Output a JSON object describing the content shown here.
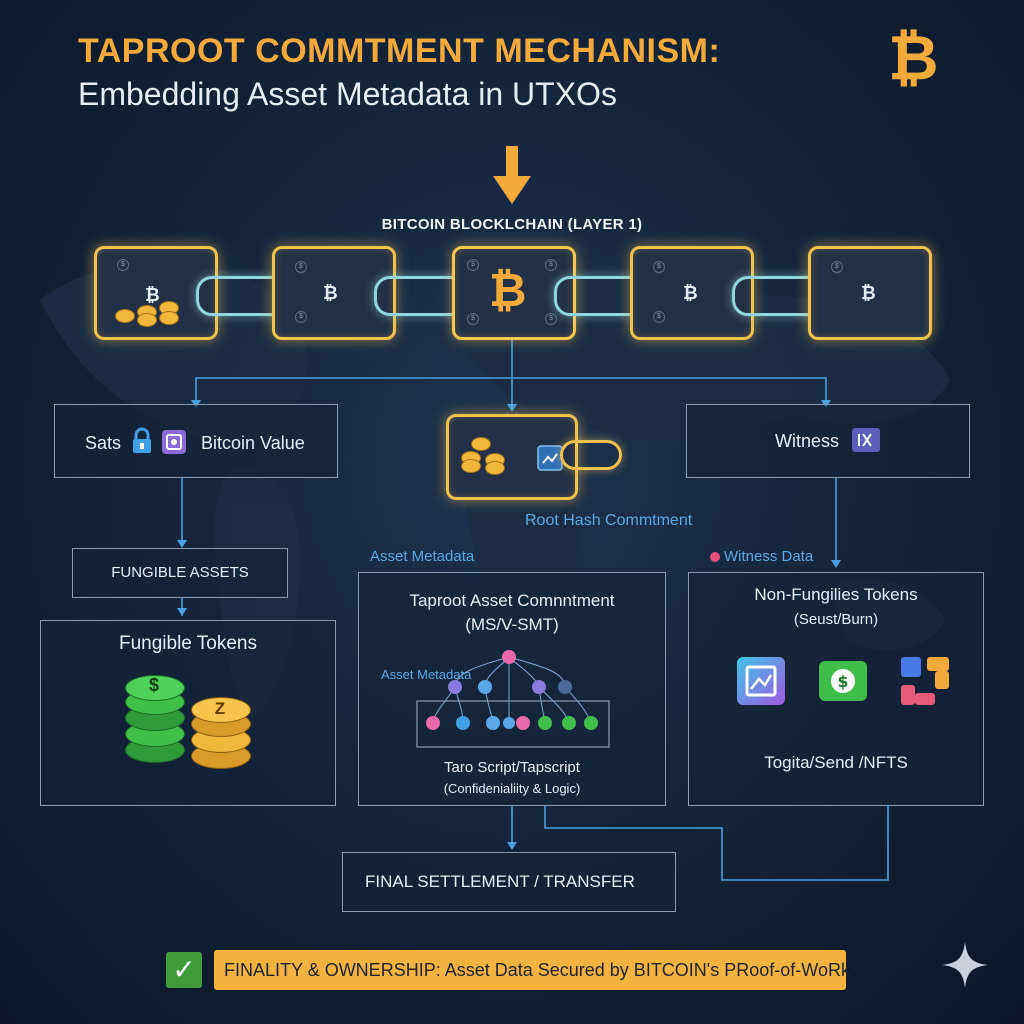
{
  "title": {
    "line1": "TAPROOT COMMTMENT MECHANISM:",
    "line2": "Embedding Asset Metadata in UTXOs"
  },
  "chain": {
    "label": "BITCOIN BLOCKLCHAIN (LAYER 1)",
    "block_symbol": "₿"
  },
  "utxo_row": {
    "sats_label": "Sats",
    "bitcoin_value_label": "Bitcoin Value",
    "root_hash_label": "Root Hash Commtment",
    "witness_label": "Witness"
  },
  "fungible": {
    "header": "FUNGIBLE ASSETS",
    "title": "Fungible Tokens",
    "coin_symbols": [
      "$",
      "Z"
    ]
  },
  "taproot": {
    "side_label": "Asset Metadata",
    "title_line1": "Taproot Asset Comnntment",
    "title_line2": "(MS/V-SMT)",
    "tree_label": "Asset Metadata",
    "script_line1": "Taro Script/Tapscript",
    "script_line2": "(Confidenialiity & Logic)"
  },
  "nft": {
    "side_label": "Witness Data",
    "title_line1": "Non-Fungilies Tokens",
    "title_line2": "(Seust/Burn)",
    "footer": "Togita/Send /NFTS"
  },
  "settlement": {
    "label": "FINAL SETTLEMENT / TRANSFER"
  },
  "banner": {
    "text": "FINALITY & OWNERSHIP: Asset Data Secured by BITCOIN's PRoof-of-WoRk"
  },
  "icons": [
    "bitcoin-icon",
    "lock-icon",
    "wallet-icon",
    "witness-icon",
    "checkmark-icon",
    "sparkle-icon"
  ],
  "colors": {
    "accent": "#f4a93b",
    "connector": "#4a9fe0",
    "block_border": "#f0c24b",
    "chain_link": "#8fd6e0",
    "coin_green": "#3fbf4a",
    "coin_gold": "#f1b73a"
  }
}
